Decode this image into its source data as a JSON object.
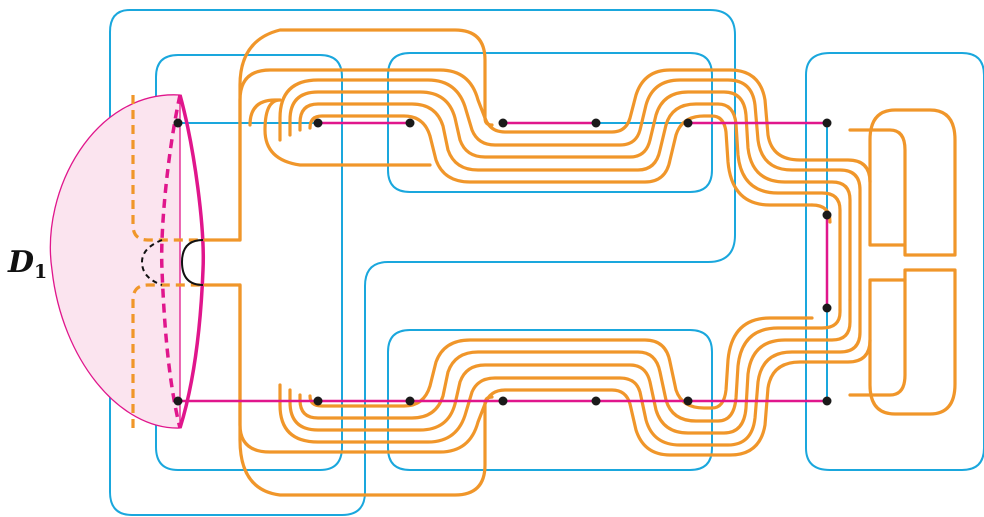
{
  "label": {
    "main": "D",
    "sub": "1"
  },
  "colors": {
    "curve_blue": "#1aa7dd",
    "band_orange": "#f0962a",
    "arc_magenta": "#e0168c",
    "disk_fill": "#fbe4ef",
    "node": "#1a1a1a"
  },
  "structure": {
    "top_row_nodes": 7,
    "bottom_row_nodes": 7,
    "right_column_nodes": 2,
    "strands_per_band": 4
  }
}
